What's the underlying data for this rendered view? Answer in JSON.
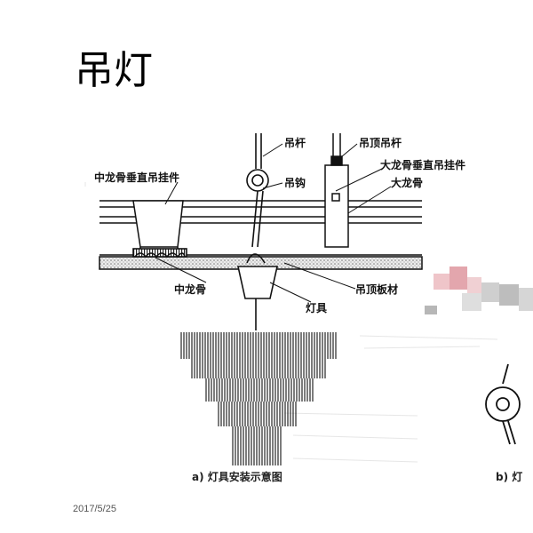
{
  "slide": {
    "title": "吊灯",
    "date": "2017/5/25"
  },
  "diagram": {
    "labels": {
      "suspension_rod": "吊杆",
      "ceiling_rod": "吊顶吊杆",
      "main_keel_hanger": "大龙骨垂直吊挂件",
      "main_keel": "大龙骨",
      "mid_keel_hanger": "中龙骨垂直吊挂件",
      "hook": "吊钩",
      "mid_keel": "中龙骨",
      "ceiling_board": "吊顶板材",
      "lamp": "灯具"
    },
    "caption_a": "a)  灯具安装示意图",
    "caption_b": "b)  灯"
  },
  "colors": {
    "line": "#111111",
    "board_fill": "#d9d9d9",
    "blur_pink": "#e9b3b8",
    "blur_gray": "#c8c8c8"
  }
}
